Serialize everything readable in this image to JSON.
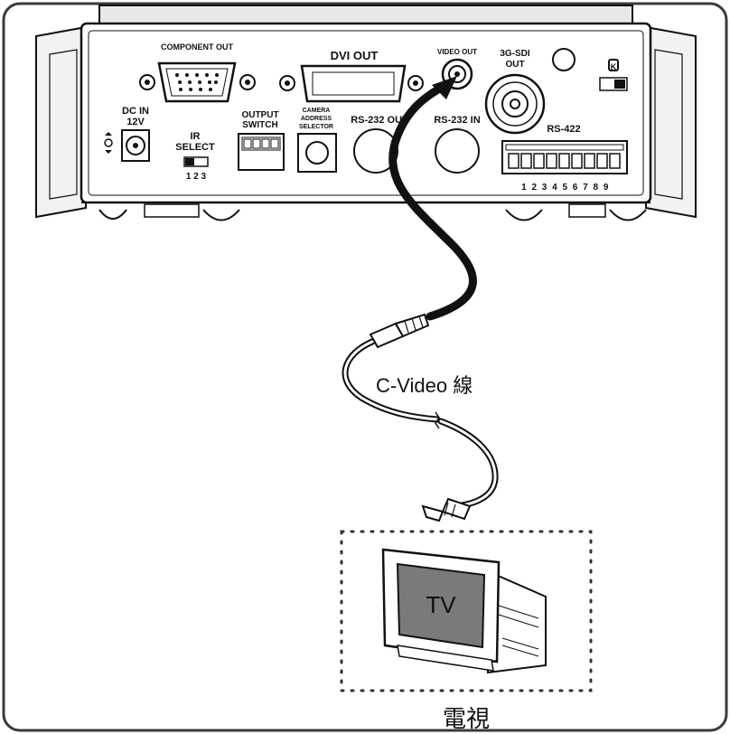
{
  "panel": {
    "component_out": "COMPONENT OUT",
    "dvi_out": "DVI OUT",
    "video_out": "VIDEO OUT",
    "sdi_out_line1": "3G-SDI",
    "sdi_out_line2": "OUT",
    "dc_in_line1": "DC IN",
    "dc_in_line2": "12V",
    "ir_select_line1": "IR",
    "ir_select_line2": "SELECT",
    "ir_select_numbers": "1 2 3",
    "output_switch_line1": "OUTPUT",
    "output_switch_line2": "SWITCH",
    "camera_address_line1": "CAMERA",
    "camera_address_line2": "ADDRESS",
    "camera_address_line3": "SELECTOR",
    "rs232_out": "RS-232 OUT",
    "rs232_in": "RS-232 IN",
    "rs422": "RS-422",
    "rs422_pins": "1 2 3 4 5 6 7 8 9"
  },
  "cable_label": "C-Video 線",
  "tv": {
    "screen_text": "TV",
    "caption": "電視"
  },
  "colors": {
    "line": "#111111",
    "tv_screen": "#7a7a7a",
    "frame": "#3a3a3a"
  }
}
